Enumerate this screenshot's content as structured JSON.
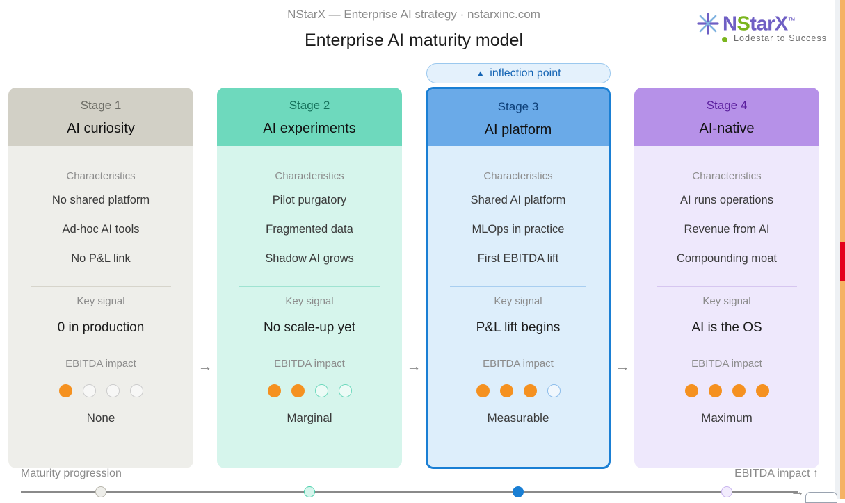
{
  "header": {
    "eyebrow": "NStarX — Enterprise AI strategy · nstarxinc.com",
    "title": "Enterprise AI maturity model"
  },
  "logo": {
    "mark_icon": "starburst-icon",
    "word_n": "N",
    "word_s": "S",
    "word_rest": "tarX",
    "trademark": "™",
    "tagline": "Lodestar to Success"
  },
  "inflection": {
    "icon": "triangle-up-icon",
    "label": "inflection point",
    "color": "#1464b4"
  },
  "labels": {
    "characteristics": "Characteristics",
    "key_signal": "Key signal",
    "ebitda_impact": "EBITDA impact",
    "arrow": "→"
  },
  "cards": [
    {
      "stage": "Stage 1",
      "name": "AI curiosity",
      "characteristics": [
        "No shared platform",
        "Ad-hoc AI tools",
        "No P&L link"
      ],
      "key_signal": "0 in production",
      "dots_filled": 1,
      "dots_total": 4,
      "impact_word": "None",
      "header_color": "#d2d0c6",
      "body_color": "#eeeeea"
    },
    {
      "stage": "Stage 2",
      "name": "AI experiments",
      "characteristics": [
        "Pilot purgatory",
        "Fragmented data",
        "Shadow AI grows"
      ],
      "key_signal": "No scale-up yet",
      "dots_filled": 2,
      "dots_total": 4,
      "impact_word": "Marginal",
      "header_color": "#6ed9bd",
      "body_color": "#d6f5ec"
    },
    {
      "stage": "Stage 3",
      "name": "AI platform",
      "characteristics": [
        "Shared AI platform",
        "MLOps in practice",
        "First EBITDA lift"
      ],
      "key_signal": "P&L lift begins",
      "dots_filled": 3,
      "dots_total": 4,
      "impact_word": "Measurable",
      "header_color": "#6aaae8",
      "body_color": "#ddeefb",
      "highlighted": true
    },
    {
      "stage": "Stage 4",
      "name": "AI-native",
      "characteristics": [
        "AI runs operations",
        "Revenue from AI",
        "Compounding moat"
      ],
      "key_signal": "AI is the OS",
      "dots_filled": 4,
      "dots_total": 4,
      "impact_word": "Maximum",
      "header_color": "#b691e8",
      "body_color": "#eee8fc"
    }
  ],
  "footer": {
    "maturity_label": "Maturity progression",
    "ebitda_label": "EBITDA impact ↑",
    "line_arrow": "→"
  },
  "accent_colors": {
    "dot_filled": "#f59120",
    "highlight_border": "#1a7fd4",
    "edge_strip": "#f5b264",
    "edge_red": "#e4001b"
  }
}
